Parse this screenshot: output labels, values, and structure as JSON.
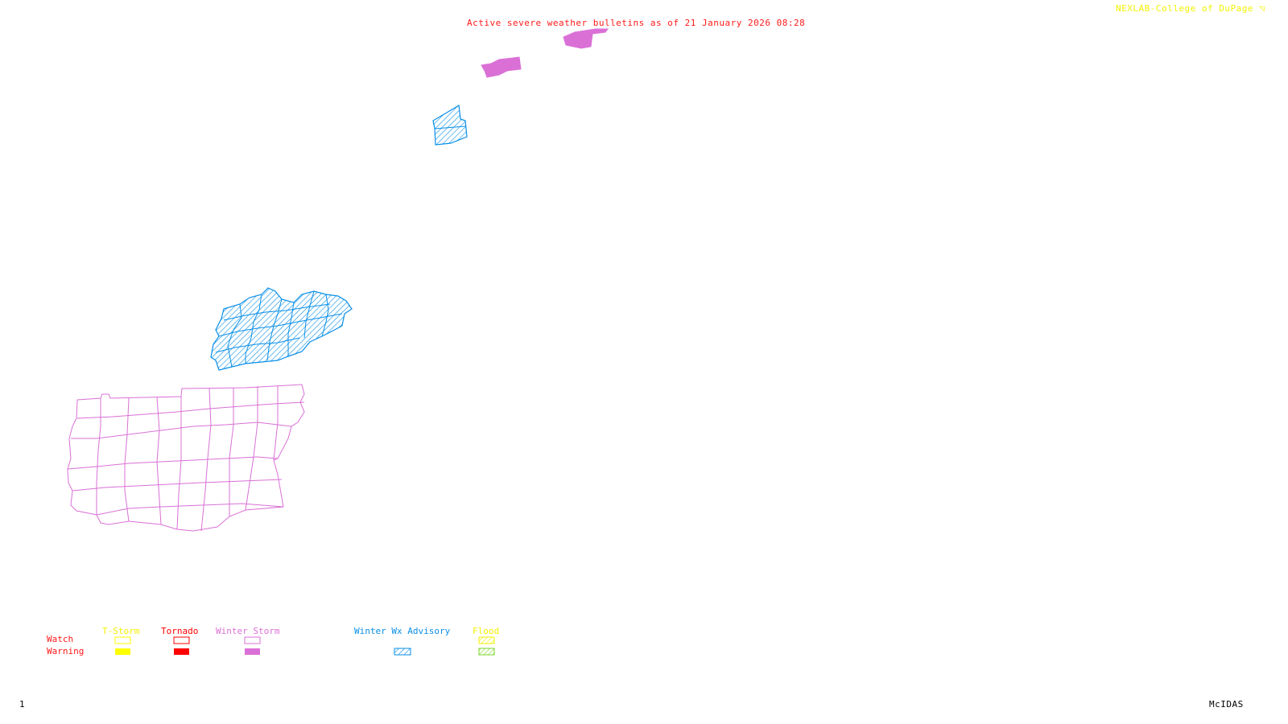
{
  "header": {
    "title": "Active severe weather bulletins as of 21 January 2026 08:28",
    "credit": "NEXLAB-College of DuPage",
    "credit_icon": "corner-logo-icon"
  },
  "footer": {
    "frame_number": "1",
    "software": "McIDAS"
  },
  "colors": {
    "title": "#ff1a1a",
    "credit": "#f2f200",
    "tstorm": "#ffff00",
    "tornado": "#ff0000",
    "winter_storm": "#da70d6",
    "winter_wx_advisory": "#0a8fe8",
    "flood_watch": "#f2f200",
    "flood_warning": "#7cd62a"
  },
  "legend": {
    "row_labels": {
      "watch": "Watch",
      "warning": "Warning"
    },
    "categories": [
      {
        "label": "T-Storm",
        "watch_style": "outline",
        "warning_style": "solid"
      },
      {
        "label": "Tornado",
        "watch_style": "outline",
        "warning_style": "solid"
      },
      {
        "label": "Winter Storm",
        "watch_style": "outline",
        "warning_style": "solid"
      },
      {
        "label": "Winter Wx Advisory",
        "watch_style": "none",
        "warning_style": "hatched"
      },
      {
        "label": "Flood",
        "watch_style": "hatched",
        "warning_style": "hatched"
      }
    ]
  },
  "map_features": [
    {
      "type": "Winter Storm Warning",
      "region": "northern area (upper)",
      "style": "solid"
    },
    {
      "type": "Winter Storm Warning",
      "region": "northern area (lower)",
      "style": "solid"
    },
    {
      "type": "Winter Wx Advisory",
      "region": "small northern area",
      "style": "hatched"
    },
    {
      "type": "Winter Wx Advisory",
      "region": "central county group",
      "style": "hatched"
    },
    {
      "type": "Winter Storm Watch",
      "region": "southern multi-county area",
      "style": "outline"
    }
  ]
}
